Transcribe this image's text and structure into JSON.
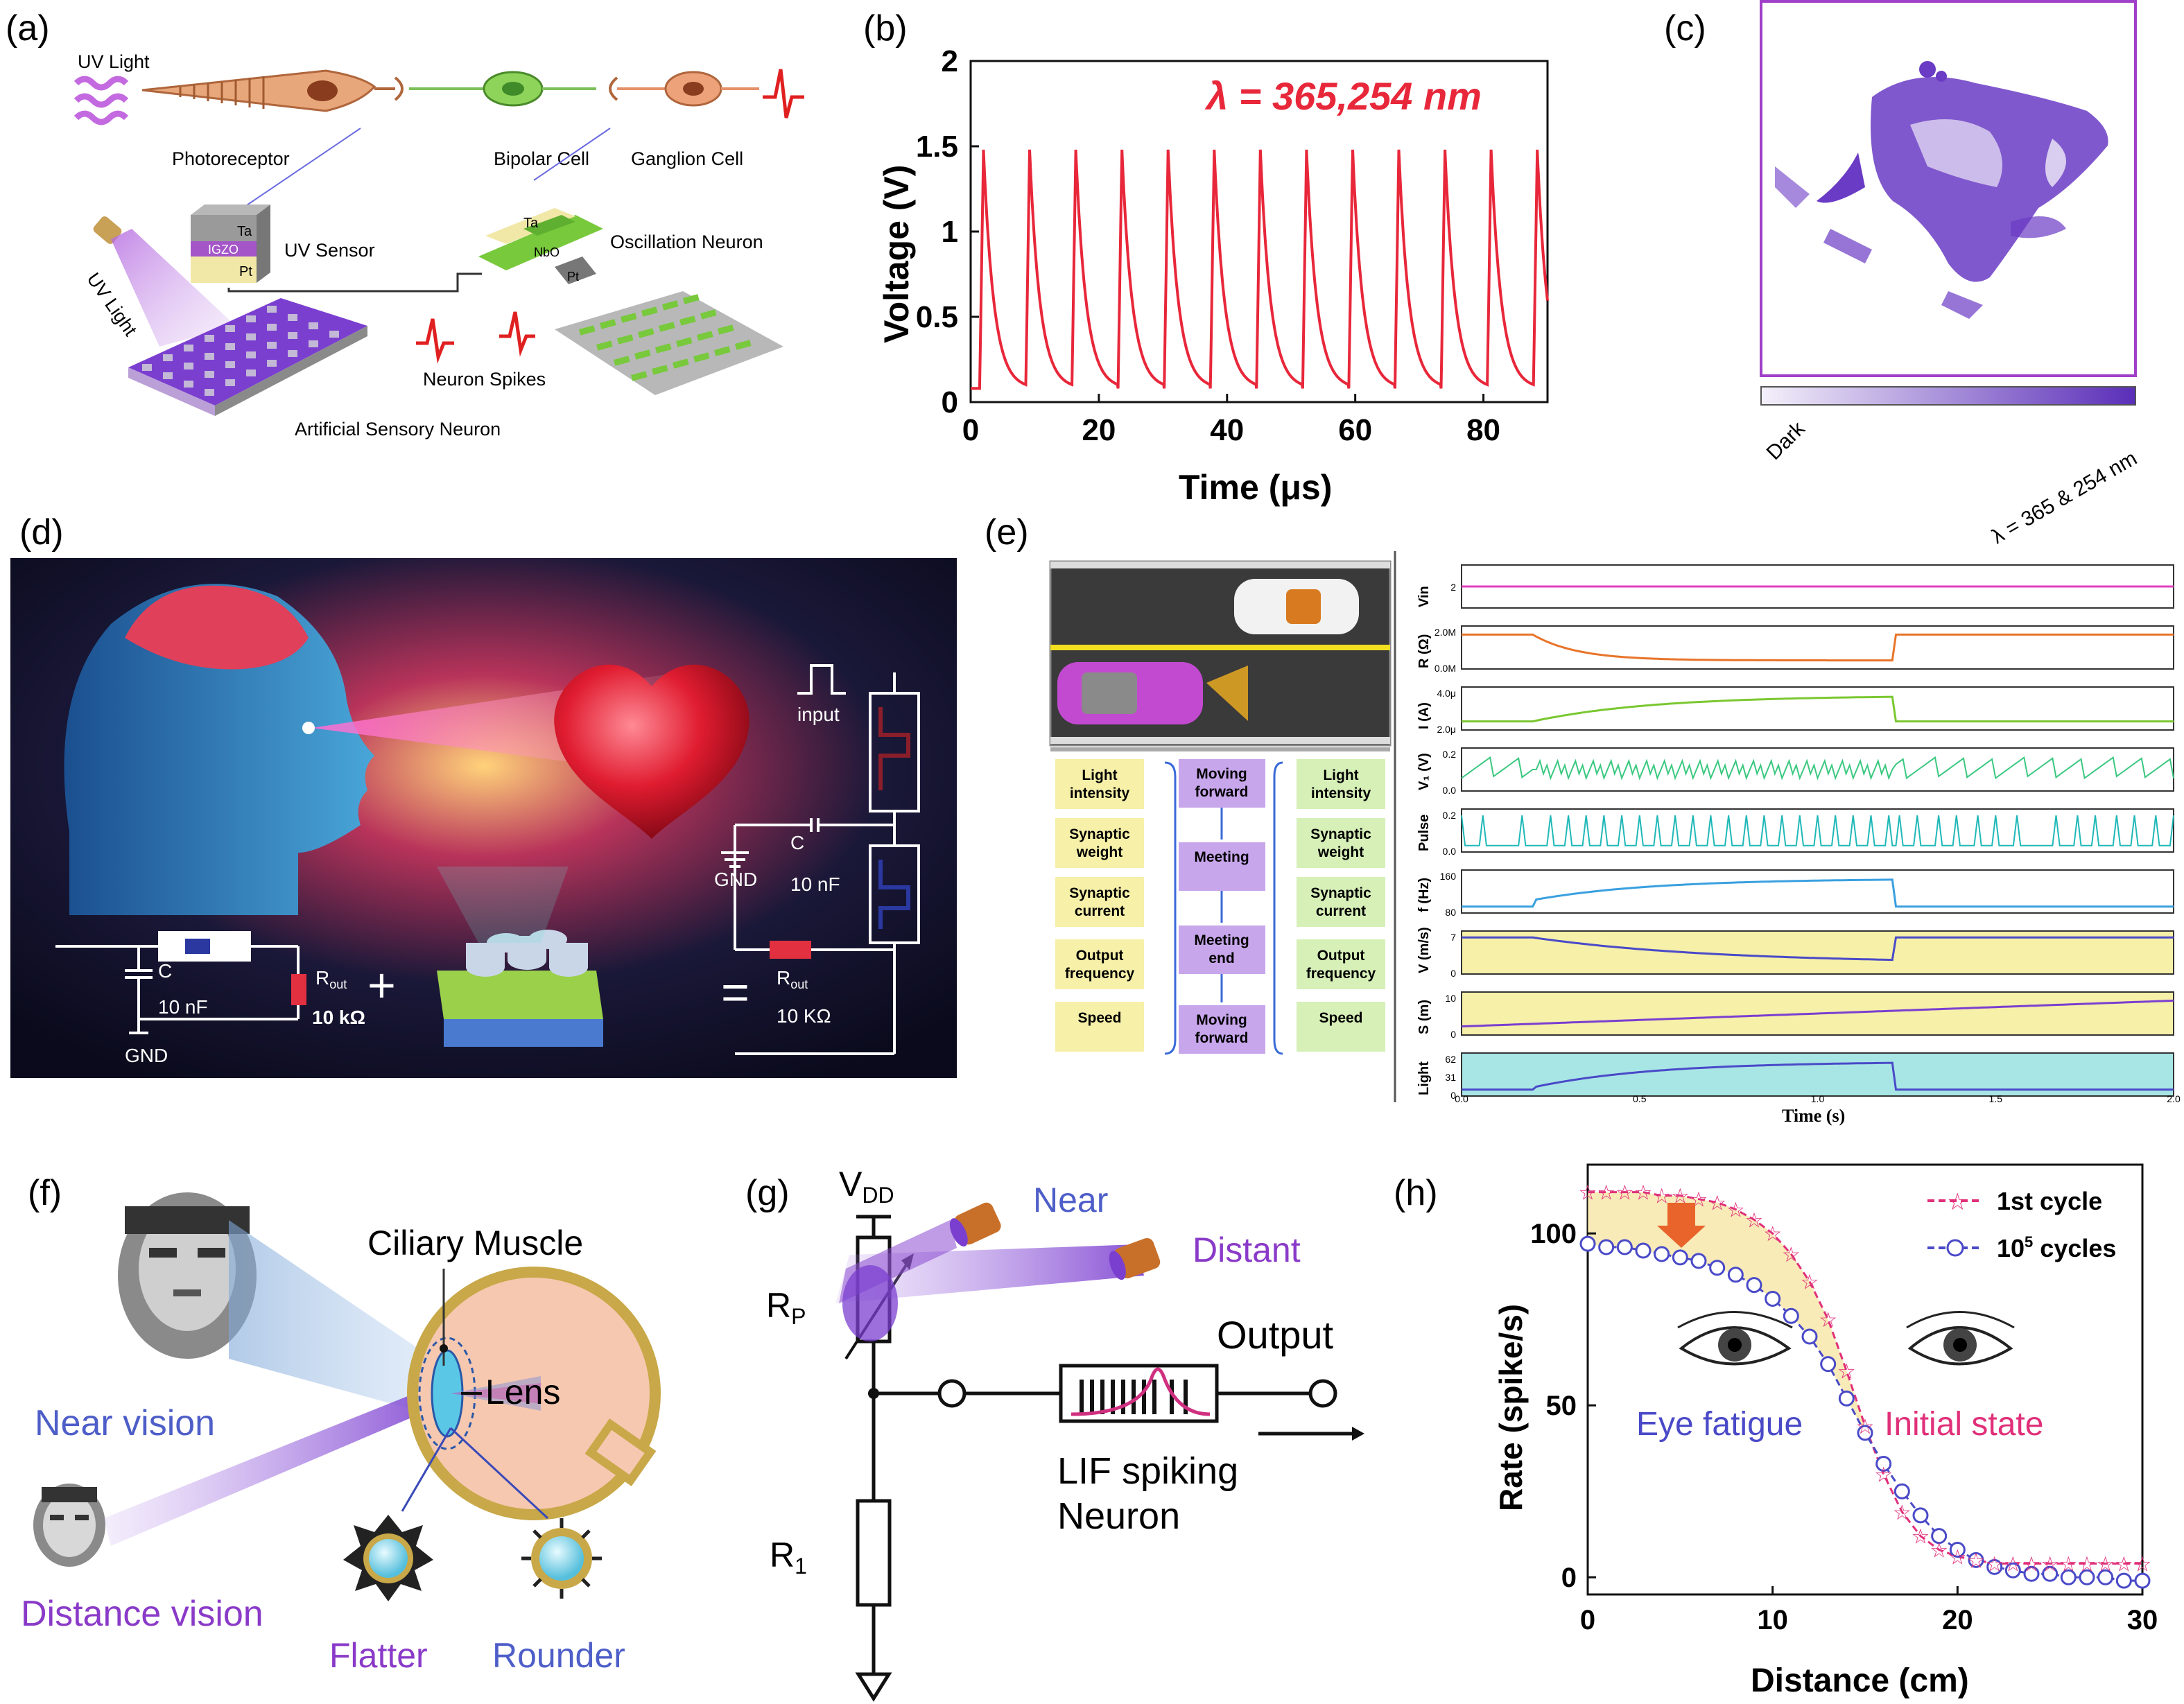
{
  "panels": {
    "a": {
      "tag": "(a)",
      "uv_light_top": "UV Light",
      "photoreceptor": "Photoreceptor",
      "bipolar": "Bipolar Cell",
      "ganglion": "Ganglion Cell",
      "uv_sensor": "UV Sensor",
      "osc_neuron": "Oscillation Neuron",
      "uv_light_side": "UV Light",
      "neuron_spikes": "Neuron Spikes",
      "artificial": "Artificial Sensory Neuron",
      "layer_ta": "Ta",
      "layer_igzo": "IGZO",
      "layer_pt": "Pt",
      "dev_ta": "Ta",
      "dev_nbo": "NbO",
      "dev_pt": "Pt"
    },
    "b": {
      "tag": "(b)",
      "annotation": "λ = 365,254 nm",
      "xlabel": "Time (μs)",
      "ylabel": "Voltage (V)",
      "color": "#e8273a"
    },
    "c": {
      "tag": "(c)",
      "cb_left": "Dark",
      "cb_right": "λ = 365 & 254 nm",
      "color": "#6a3bc4"
    },
    "d": {
      "tag": "(d)",
      "input": "input",
      "gnd1": "GND",
      "c1": "C",
      "c1v": "10 nF",
      "gnd2": "GND",
      "c2": "C",
      "c2v": "10 nF",
      "rout1": "R",
      "rout1sub": "out",
      "rout1v": "10 kΩ",
      "rout2": "R",
      "rout2sub": "out",
      "rout2v": "10 KΩ",
      "plus": "+",
      "equals": "="
    },
    "e": {
      "tag": "(e)",
      "flow_left": [
        "Light intensity",
        "Synaptic weight",
        "Synaptic current",
        "Output frequency",
        "Speed"
      ],
      "flow_mid": [
        "Moving forward",
        "Meeting",
        "Meeting end",
        "Moving forward"
      ],
      "flow_right": [
        "Light intensity",
        "Synaptic weight",
        "Synaptic current",
        "Output frequency",
        "Speed"
      ],
      "rows": [
        {
          "label": "Vin",
          "ticks": [
            "2"
          ]
        },
        {
          "label": "R (Ω)",
          "ticks": [
            "2.0M",
            "0.0M"
          ]
        },
        {
          "label": "I (A)",
          "ticks": [
            "4.0μ",
            "2.0μ"
          ]
        },
        {
          "label": "V₁ (V)",
          "ticks": [
            "0.2",
            "0.0"
          ]
        },
        {
          "label": "Pulse",
          "ticks": [
            "0.2",
            "0.0"
          ]
        },
        {
          "label": "f (Hz)",
          "ticks": [
            "160",
            "80"
          ]
        },
        {
          "label": "V (m/s)",
          "ticks": [
            "7",
            "0"
          ]
        },
        {
          "label": "S (m)",
          "ticks": [
            "10",
            "0"
          ]
        },
        {
          "label": "Light",
          "ticks": [
            "62",
            "31",
            "0"
          ]
        }
      ],
      "xticks": [
        "0.0",
        "0.5",
        "1.0",
        "1.5",
        "2.0"
      ],
      "xlabel": "Time (s)"
    },
    "f": {
      "tag": "(f)",
      "ciliary": "Ciliary Muscle",
      "lens": "Lens",
      "near": "Near vision",
      "distance": "Distance vision",
      "flatter": "Flatter",
      "rounder": "Rounder"
    },
    "g": {
      "tag": "(g)",
      "vdd": "V",
      "vdd_sub": "DD",
      "near": "Near",
      "distant": "Distant",
      "rp": "R",
      "rp_sub": "P",
      "r1": "R",
      "r1_sub": "1",
      "output": "Output",
      "lif1": "LIF spiking",
      "lif2": "Neuron"
    },
    "h": {
      "tag": "(h)",
      "legend1": "1st cycle",
      "legend2": "10",
      "legend2_sup": "5",
      "legend2_tail": " cycles",
      "eye_fatigue": "Eye fatigue",
      "initial_state": "Initial state",
      "xlabel": "Distance (cm)",
      "ylabel": "Rate (spike/s)",
      "color1": "#e0307a",
      "color2": "#4a4ac8"
    }
  },
  "chart_data": [
    {
      "type": "line",
      "panel": "b",
      "title": "",
      "xlabel": "Time (μs)",
      "ylabel": "Voltage (V)",
      "xlim": [
        0,
        90
      ],
      "ylim": [
        0,
        2
      ],
      "xticks": [
        0,
        20,
        40,
        60,
        80
      ],
      "yticks": [
        0,
        0.5,
        1,
        1.5,
        2
      ],
      "annotation": "λ = 365,254 nm",
      "spike_times": [
        2,
        9.2,
        16.4,
        23.6,
        30.8,
        38,
        45.2,
        52.4,
        59.6,
        66.8,
        74,
        81.2,
        88.4
      ],
      "spike_peak": 1.48,
      "baseline": 0.08
    },
    {
      "type": "scatter",
      "panel": "h",
      "xlabel": "Distance (cm)",
      "ylabel": "Rate (spike/s)",
      "xlim": [
        0,
        30
      ],
      "ylim": [
        -5,
        120
      ],
      "xticks": [
        0,
        10,
        20,
        30
      ],
      "yticks": [
        0,
        50,
        100
      ],
      "series": [
        {
          "name": "1st cycle",
          "marker": "star",
          "x": [
            0,
            1,
            2,
            3,
            4,
            5,
            6,
            7,
            8,
            9,
            10,
            11,
            12,
            13,
            14,
            15,
            16,
            17,
            18,
            19,
            20,
            21,
            22,
            23,
            24,
            25,
            26,
            27,
            28,
            29,
            30
          ],
          "y": [
            112,
            112,
            112,
            112,
            111,
            111,
            110,
            109,
            107,
            104,
            100,
            94,
            86,
            75,
            60,
            44,
            30,
            19,
            12,
            8,
            6,
            5,
            4,
            4,
            4,
            4,
            4,
            4,
            4,
            4,
            4
          ]
        },
        {
          "name": "10^5 cycles",
          "marker": "circle",
          "x": [
            0,
            1,
            2,
            3,
            4,
            5,
            6,
            7,
            8,
            9,
            10,
            11,
            12,
            13,
            14,
            15,
            16,
            17,
            18,
            19,
            20,
            21,
            22,
            23,
            24,
            25,
            26,
            27,
            28,
            29,
            30
          ],
          "y": [
            97,
            96,
            96,
            95,
            94,
            93,
            92,
            90,
            88,
            85,
            81,
            76,
            70,
            62,
            52,
            42,
            33,
            25,
            18,
            12,
            8,
            5,
            3,
            2,
            1,
            1,
            0,
            0,
            0,
            -1,
            -1
          ]
        }
      ]
    }
  ]
}
